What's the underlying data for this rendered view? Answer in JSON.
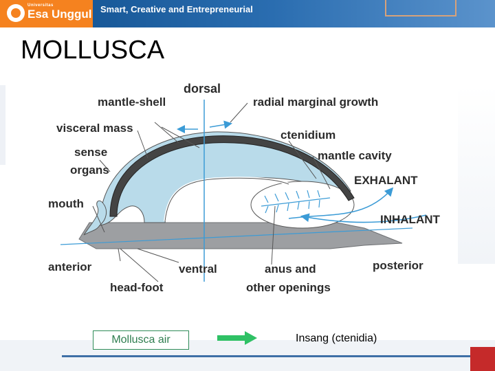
{
  "header": {
    "logo_small": "Universitas",
    "logo_text": "Esa Unggul",
    "tagline": "Smart, Creative and Entrepreneurial"
  },
  "slide": {
    "title": "MOLLUSCA"
  },
  "diagram": {
    "labels": {
      "dorsal": "dorsal",
      "mantle_shell": "mantle-shell",
      "radial": "radial marginal growth",
      "visceral": "visceral mass",
      "ctenidium": "ctenidium",
      "sense": "sense",
      "organs": "organs",
      "mantle_cavity": "mantle cavity",
      "exhalant": "EXHALANT",
      "mouth": "mouth",
      "inhalant": "INHALANT",
      "anterior": "anterior",
      "ventral": "ventral",
      "anus": "anus and",
      "openings": "other openings",
      "posterior": "posterior",
      "headfoot": "head-foot"
    }
  },
  "footer": {
    "left_box": "Mollusca air",
    "right_text": "Insang (ctenidia)"
  },
  "colors": {
    "body_fill": "#b9dbea",
    "foot_fill": "#9d9fa2",
    "arrow_green": "#2fc165",
    "flow_blue": "#3b9bd6"
  }
}
